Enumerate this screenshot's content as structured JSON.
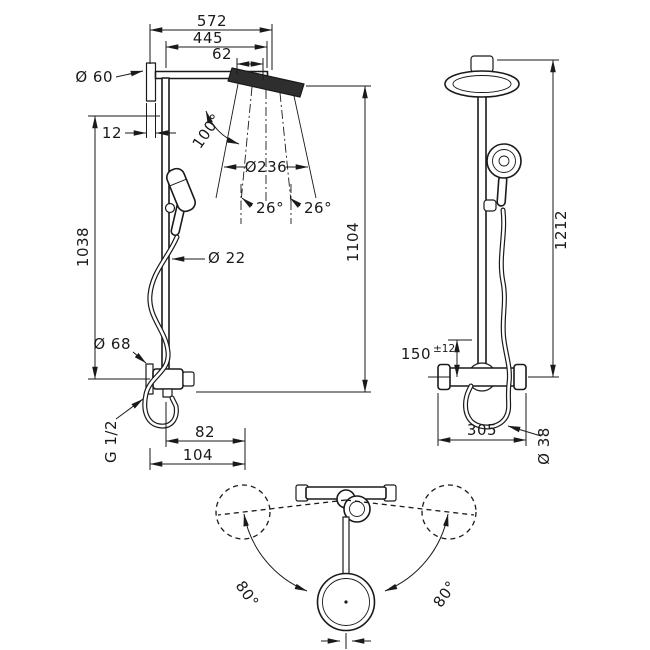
{
  "drawing": {
    "type": "technical-dimension-drawing",
    "subject": "shower system with overhead shower, hand shower and thermostat",
    "line_color": "#1a1a1a",
    "background_color": "#ffffff"
  },
  "side_view": {
    "overall_depth": "572",
    "arm_projection": "445",
    "head_offset": "62",
    "escutcheon_diameter": "Ø 60",
    "escutcheon_depth": "12",
    "spray_cone_angle": "100°",
    "spray_diameter": "Ø236",
    "spray_angle_left": "26°",
    "spray_angle_right": "26°",
    "riser_height": "1038",
    "pipe_diameter": "Ø 22",
    "overall_height": "1104",
    "valve_diameter": "Ø 68",
    "connection_thread": "G 1/2",
    "valve_depth": "82",
    "valve_depth_outer": "104"
  },
  "front_view": {
    "supply_distance": "150",
    "supply_tolerance": "±12",
    "overall_height": "1212",
    "valve_width": "305",
    "hose_diameter": "Ø 38"
  },
  "top_view": {
    "swivel_angle_left": "80°",
    "swivel_angle_right": "80°"
  }
}
